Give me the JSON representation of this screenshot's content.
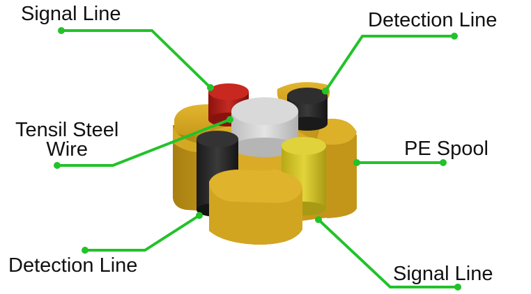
{
  "labels": {
    "signal_top": "Signal Line",
    "detection_top": "Detection Line",
    "tensil_line1": "Tensil Steel",
    "tensil_line2": "Wire",
    "pe_spool": "PE Spool",
    "detection_bottom": "Detection Line",
    "signal_bottom": "Signal Line"
  },
  "colors": {
    "leader_line": "#22c22a",
    "spool": "#d8ac22",
    "signal_red": "#b8201a",
    "detection_black": "#2a2a2a",
    "steel_white": "#d6d6d6",
    "signal_yellow": "#d6c82c"
  }
}
